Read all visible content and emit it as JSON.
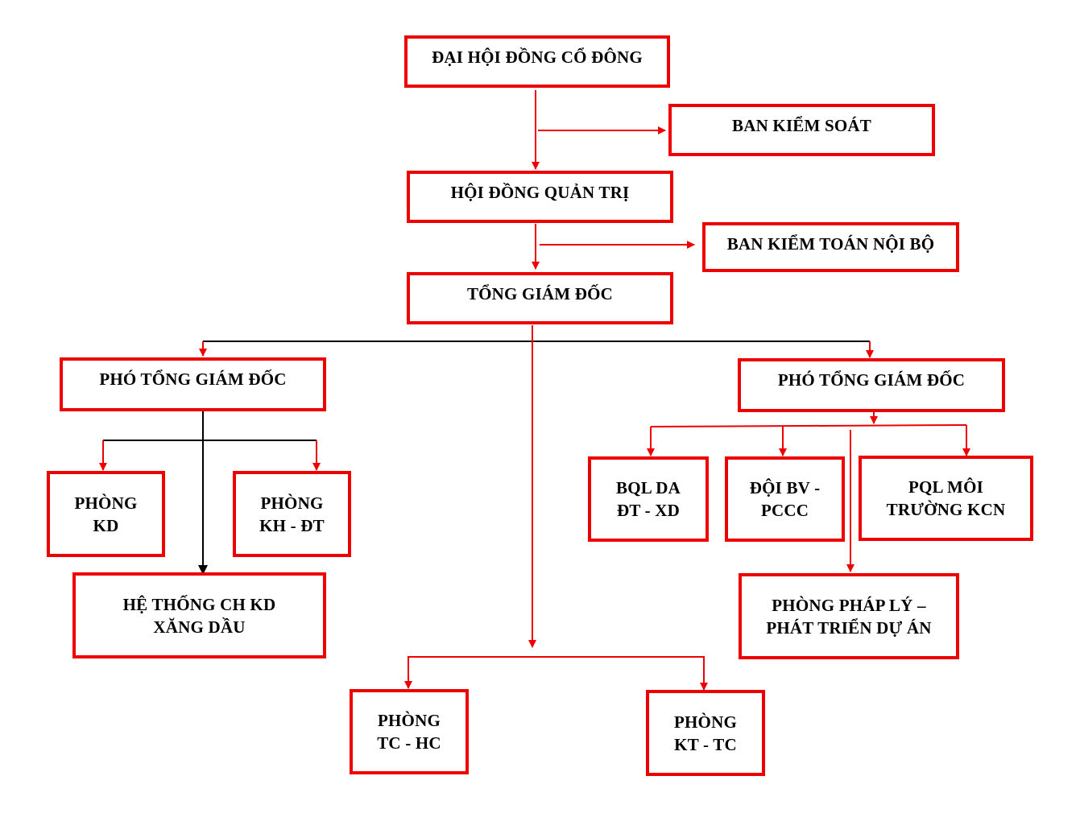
{
  "colors": {
    "red": "#ee0000",
    "black": "#000000"
  },
  "nodes": {
    "dhdcd": "ĐẠI HỘI ĐỒNG CỔ ĐÔNG",
    "bks": "BAN KIỂM SOÁT",
    "hdqt": "HỘI ĐỒNG QUẢN TRỊ",
    "bktnb": "BAN KIỂM TOÁN NỘI BỘ",
    "tgd": "TỔNG GIÁM ĐỐC",
    "ptgd_left": "PHÓ TỔNG GIÁM ĐỐC",
    "ptgd_right": "PHÓ TỔNG GIÁM ĐỐC",
    "phong_kd": {
      "line1": "PHÒNG",
      "line2": "KD"
    },
    "phong_khdt": {
      "line1": "PHÒNG",
      "line2": "KH - ĐT"
    },
    "he_thong": {
      "line1": "HỆ THỐNG CH KD",
      "line2": "XĂNG DẦU"
    },
    "bql_da": {
      "line1": "BQL DA",
      "line2": "ĐT - XD"
    },
    "doi_bv": {
      "line1": "ĐỘI BV -",
      "line2": "PCCC"
    },
    "pql_mt": {
      "line1": "PQL MÔI",
      "line2": "TRƯỜNG KCN"
    },
    "phong_pl": {
      "line1": "PHÒNG PHÁP LÝ –",
      "line2": "PHÁT TRIỂN DỰ ÁN"
    },
    "phong_tchc": {
      "line1": "PHÒNG",
      "line2": "TC - HC"
    },
    "phong_kttc": {
      "line1": "PHÒNG",
      "line2": "KT - TC"
    }
  }
}
